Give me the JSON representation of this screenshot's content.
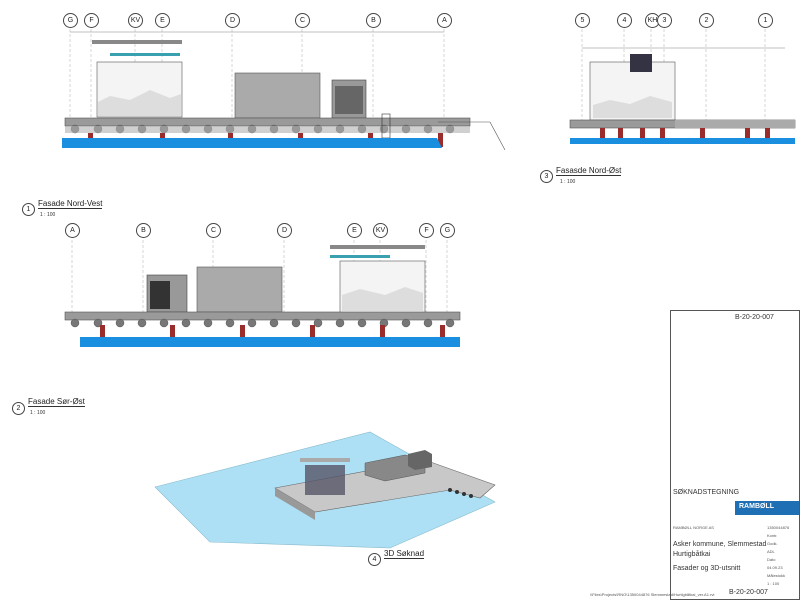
{
  "views": [
    {
      "num": "1",
      "title": "Fasade Nord-Vest",
      "scale": "1 : 100"
    },
    {
      "num": "2",
      "title": "Fasade Sør-Øst",
      "scale": "1 : 100"
    },
    {
      "num": "3",
      "title": "Fasasde Nord-Øst",
      "scale": "1 : 100"
    },
    {
      "num": "4",
      "title": "3D Søknad"
    }
  ],
  "grid_nw": [
    "G",
    "F",
    "KV",
    "E",
    "D",
    "C",
    "B",
    "A"
  ],
  "grid_ne": [
    "5",
    "4",
    "KH",
    "3",
    "2",
    "1"
  ],
  "grid_se": [
    "A",
    "B",
    "C",
    "D",
    "E",
    "KV",
    "F",
    "G"
  ],
  "titleblock": {
    "drawing_no_top": "B-20-20-007",
    "status": "SØKNADSTEGNING",
    "logo": "RAMBØLL",
    "company_small": "RAMBØLL NORGE AS",
    "project_line1": "Asker kommune, Slemmestad",
    "project_line2": "Hurtigbåtkai",
    "drawing_title": "Fasader og 3D-utsnitt",
    "drawing_no_bottom": "B-20-20-007",
    "fields": [
      "1350044876",
      "Kontr.",
      "Godk.",
      "ADL",
      "Dato",
      "04.09.23",
      "Målestokk",
      "1 : 100"
    ]
  },
  "footer_path": "\\\\Files\\Projects\\RNO\\1350044876 Slemmestad\\Hurtigbåtkai_ver.A1.rvt"
}
